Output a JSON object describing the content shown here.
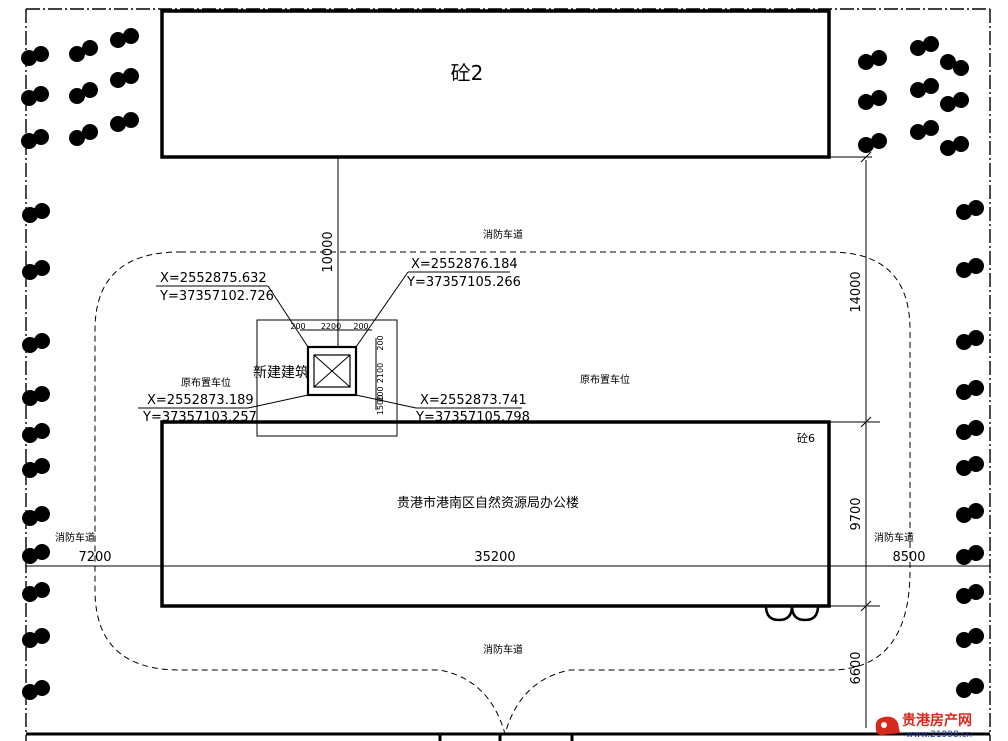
{
  "buildings": {
    "top_label": "砼2",
    "main_label": "贵港市港南区自然资源局办公楼",
    "main_tag": "砼6",
    "new_label": "新建建筑"
  },
  "roads": {
    "top": "消防车道",
    "bottom": "消防车道",
    "left": "消防车道",
    "right": "消防车道"
  },
  "parking": {
    "left": "原布置车位",
    "right": "原布置车位"
  },
  "coordinates": {
    "top_left_x": "X=2552875.632",
    "top_left_y": "Y=37357102.726",
    "top_right_x": "X=2552876.184",
    "top_right_y": "Y=37357105.266",
    "bottom_left_x": "X=2552873.189",
    "bottom_left_y": "Y=37357103.257",
    "bottom_right_x": "X=2552873.741",
    "bottom_right_y": "Y=37357105.798"
  },
  "dimensions": {
    "vertical_10000": "10000",
    "right_14000": "14000",
    "right_9700": "9700",
    "right_6600": "6600",
    "left_7200": "7200",
    "mid_35200": "35200",
    "right_8500": "8500",
    "small_200_a": "200",
    "small_2200": "2200",
    "small_200_b": "200",
    "small_200_c": "200",
    "small_2100": "2100",
    "small_200_d": "200",
    "small_1500": "1500"
  },
  "watermark": {
    "name": "贵港房产网",
    "url": "www.21998.cn",
    "accent": "#d62a1e"
  }
}
